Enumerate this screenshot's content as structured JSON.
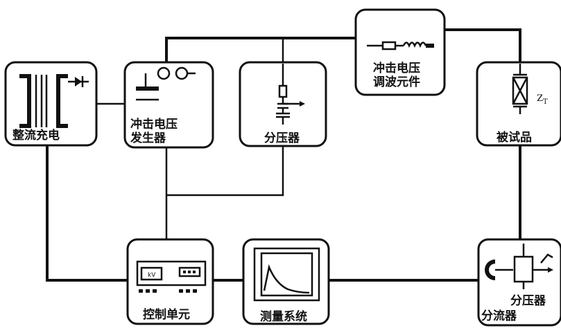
{
  "diagram": {
    "blocks": {
      "rectifier": {
        "label": "整流充电"
      },
      "generator": {
        "label_line1": "冲击电压",
        "label_line2": "发生器"
      },
      "divider": {
        "label": "分压器"
      },
      "wave_tuning": {
        "label_line1": "冲击电压",
        "label_line2": "调波元件"
      },
      "test_object": {
        "label": "被试品",
        "symbol_label": "Z",
        "symbol_sub": "T"
      },
      "control": {
        "label": "控制单元",
        "screen_text": "kV"
      },
      "measurement": {
        "label": "测量系统"
      },
      "shunt": {
        "label_divider": "分压器",
        "label_shunt": "分流器"
      }
    }
  }
}
